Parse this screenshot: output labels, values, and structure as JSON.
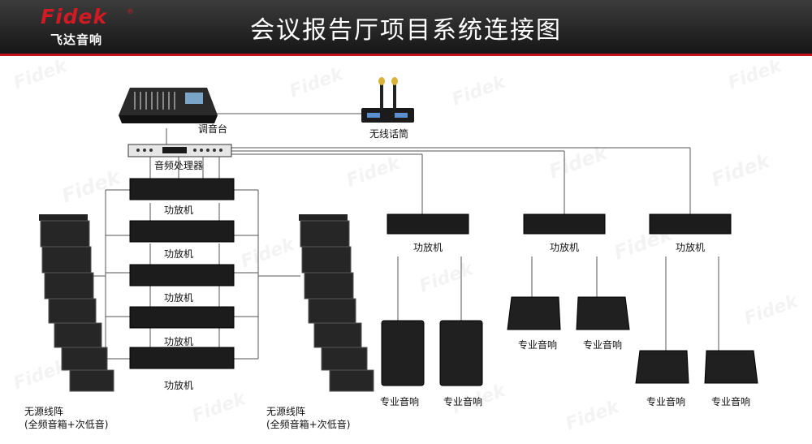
{
  "header": {
    "title": "会议报告厅项目系统连接图",
    "logo_text": "Fidek",
    "logo_cn": "飞达音响"
  },
  "colors": {
    "brand_red": "#c2121d",
    "header_dark": "#1c1c1c",
    "line": "#555555"
  },
  "diagram": {
    "mixer": "调音台",
    "wireless_mic": "无线话筒",
    "processor": "音频处理器",
    "left_amps": [
      "功放机",
      "功放机",
      "功放机",
      "功放机",
      "功放机"
    ],
    "line_array_left": {
      "line1": "无源线阵",
      "line2": "(全频音箱+次低音)"
    },
    "line_array_right": {
      "line1": "无源线阵",
      "line2": "(全频音箱+次低音)"
    },
    "amp_groups": [
      {
        "amp": "功放机",
        "speakers": [
          "专业音响",
          "专业音响"
        ]
      },
      {
        "amp": "功放机",
        "speakers": [
          "专业音响",
          "专业音响"
        ]
      },
      {
        "amp": "功放机",
        "speakers": [
          "专业音响",
          "专业音响"
        ]
      }
    ]
  }
}
